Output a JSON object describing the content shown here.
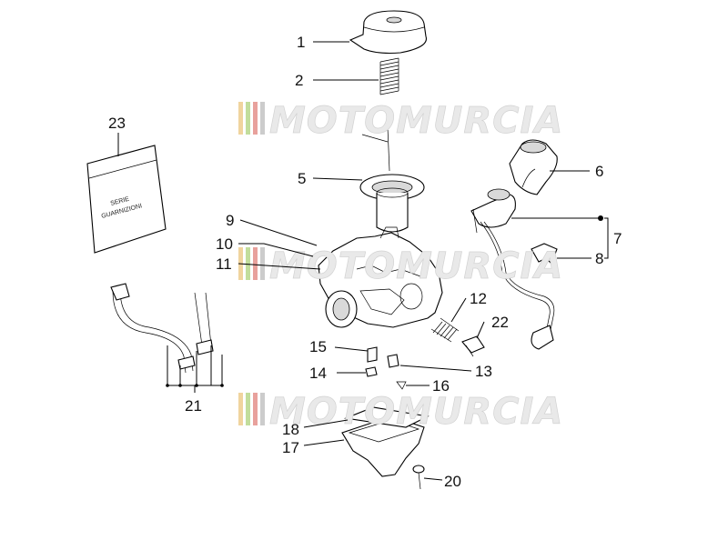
{
  "watermark": {
    "text": "MOTOMURCIA",
    "bar_colors": [
      "#e3b14f",
      "#8fc14b",
      "#d6534b",
      "#a3a3a3"
    ]
  },
  "callouts": [
    {
      "id": "1",
      "text": "1"
    },
    {
      "id": "2",
      "text": "2"
    },
    {
      "id": "5",
      "text": "5"
    },
    {
      "id": "6",
      "text": "6"
    },
    {
      "id": "7",
      "text": "7"
    },
    {
      "id": "8",
      "text": "8"
    },
    {
      "id": "9",
      "text": "9"
    },
    {
      "id": "10",
      "text": "10"
    },
    {
      "id": "11",
      "text": "11"
    },
    {
      "id": "12",
      "text": "12"
    },
    {
      "id": "13",
      "text": "13"
    },
    {
      "id": "14",
      "text": "14"
    },
    {
      "id": "15",
      "text": "15"
    },
    {
      "id": "16",
      "text": "16"
    },
    {
      "id": "17",
      "text": "17"
    },
    {
      "id": "18",
      "text": "18"
    },
    {
      "id": "20",
      "text": "20"
    },
    {
      "id": "21",
      "text": "21"
    },
    {
      "id": "22",
      "text": "22"
    },
    {
      "id": "23",
      "text": "23"
    }
  ],
  "gasket_pack_label": [
    "SERIE",
    "GUARNIZIONI"
  ]
}
